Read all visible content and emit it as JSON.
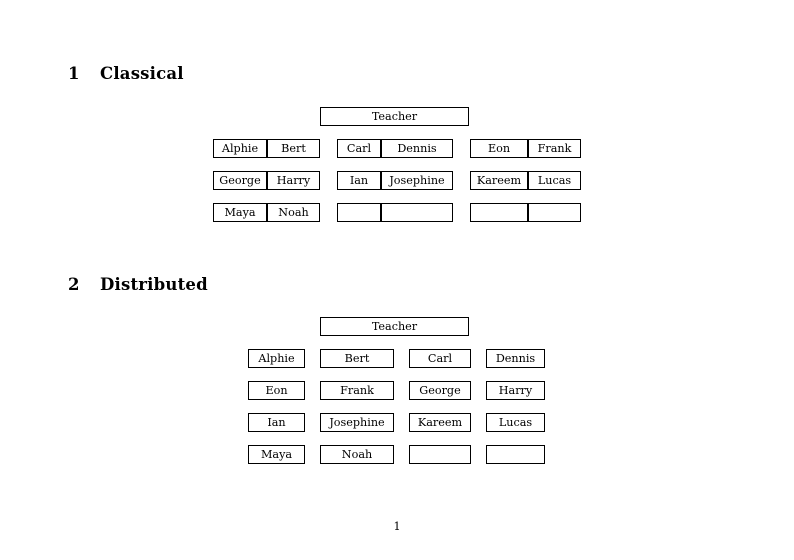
{
  "document": {
    "page_number": "1"
  },
  "sections": [
    {
      "number": "1",
      "title": "Classical",
      "teacher_label": "Teacher",
      "clusters": [
        {
          "rows": [
            [
              "Alphie",
              "Bert"
            ],
            [
              "George",
              "Harry"
            ],
            [
              "Maya",
              "Noah"
            ]
          ]
        },
        {
          "rows": [
            [
              "Carl",
              "Dennis"
            ],
            [
              "Ian",
              "Josephine"
            ],
            [
              "",
              ""
            ]
          ]
        },
        {
          "rows": [
            [
              "Eon",
              "Frank"
            ],
            [
              "Kareem",
              "Lucas"
            ],
            [
              "",
              ""
            ]
          ]
        }
      ]
    },
    {
      "number": "2",
      "title": "Distributed",
      "teacher_label": "Teacher",
      "rows": [
        [
          "Alphie",
          "Bert",
          "Carl",
          "Dennis"
        ],
        [
          "Eon",
          "Frank",
          "George",
          "Harry"
        ],
        [
          "Ian",
          "Josephine",
          "Kareem",
          "Lucas"
        ],
        [
          "Maya",
          "Noah",
          "",
          ""
        ]
      ]
    }
  ]
}
